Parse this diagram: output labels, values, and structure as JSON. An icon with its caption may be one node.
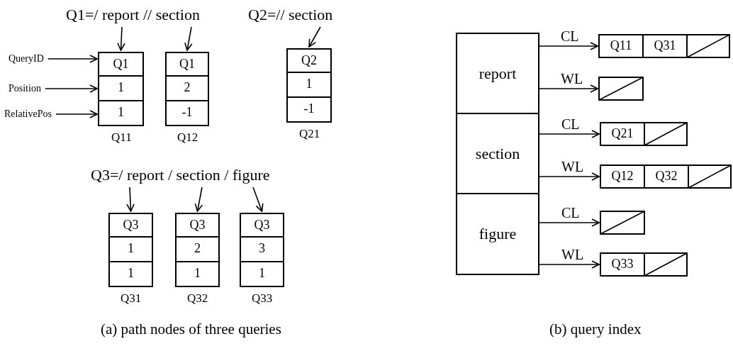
{
  "diagram": {
    "nodes": [
      {
        "text": [
          "Q1=/ report // section"
        ]
      },
      {
        "text": [
          "Q2=// section"
        ]
      },
      {
        "text": [
          "QueryID"
        ]
      },
      {
        "text": [
          "Position"
        ]
      },
      {
        "text": [
          "RelativePos"
        ]
      },
      {
        "text": [
          "Q1",
          "1",
          "1"
        ]
      },
      {
        "text": [
          "Q1",
          "2",
          "-1"
        ]
      },
      {
        "text": [
          "Q2",
          "1",
          "-1"
        ]
      },
      {
        "text": [
          "Q3=/ report / section / figure"
        ]
      },
      {
        "text": [
          "Q3",
          "1",
          "1"
        ]
      },
      {
        "text": [
          "Q3",
          "2",
          "1"
        ]
      },
      {
        "text": [
          "Q3",
          "3",
          "1"
        ]
      },
      {
        "text": [
          "report"
        ]
      },
      {
        "text": [
          "Q11",
          "Q31"
        ]
      },
      {
        "text": [],
        "shape": "box"
      },
      {
        "text": [
          "section"
        ]
      },
      {
        "text": [
          "Q21"
        ]
      },
      {
        "text": [
          "Q12",
          "Q32"
        ]
      },
      {
        "text": [
          "figure"
        ]
      },
      {
        "text": [],
        "shape": "box"
      },
      {
        "text": [
          "Q33"
        ]
      }
    ],
    "edges": [
      {
        "from": 0,
        "to": 5,
        "arrow": "to"
      },
      {
        "from": 0,
        "to": 6,
        "arrow": "to"
      },
      {
        "from": 1,
        "to": 7,
        "arrow": "to"
      },
      {
        "from": 2,
        "to": 5,
        "arrow": "to"
      },
      {
        "from": 3,
        "to": 5,
        "arrow": "to"
      },
      {
        "from": 4,
        "to": 5,
        "arrow": "to"
      },
      {
        "from": 8,
        "to": 9,
        "arrow": "to"
      },
      {
        "from": 8,
        "to": 10,
        "arrow": "to"
      },
      {
        "from": 8,
        "to": 11,
        "arrow": "to"
      },
      {
        "from": 12,
        "to": 13,
        "label": "CL",
        "arrow": "to"
      },
      {
        "from": 12,
        "to": 14,
        "label": "WL",
        "arrow": "to"
      },
      {
        "from": 15,
        "to": 16,
        "label": "CL",
        "arrow": "to"
      },
      {
        "from": 15,
        "to": 17,
        "label": "WL",
        "arrow": "to"
      },
      {
        "from": 18,
        "to": 19,
        "label": "CL",
        "arrow": "to"
      },
      {
        "from": 18,
        "to": 20,
        "label": "WL",
        "arrow": "to"
      }
    ],
    "labels": [
      "Q11",
      "Q12",
      "Q21",
      "Q31",
      "Q32",
      "Q33",
      "(a) path nodes of three queries",
      "(b) query index"
    ]
  }
}
